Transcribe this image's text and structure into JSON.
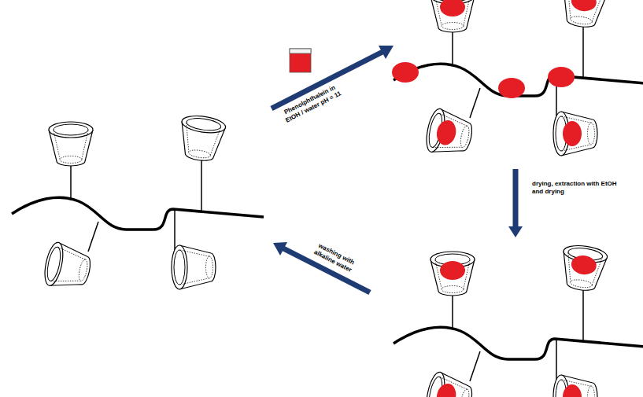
{
  "diagram": {
    "labels": [
      "Phenolphthalein in EtOH / water pH = 11",
      "drying, extraction with EtOH and drying",
      "washing with alkaline water"
    ]
  }
}
